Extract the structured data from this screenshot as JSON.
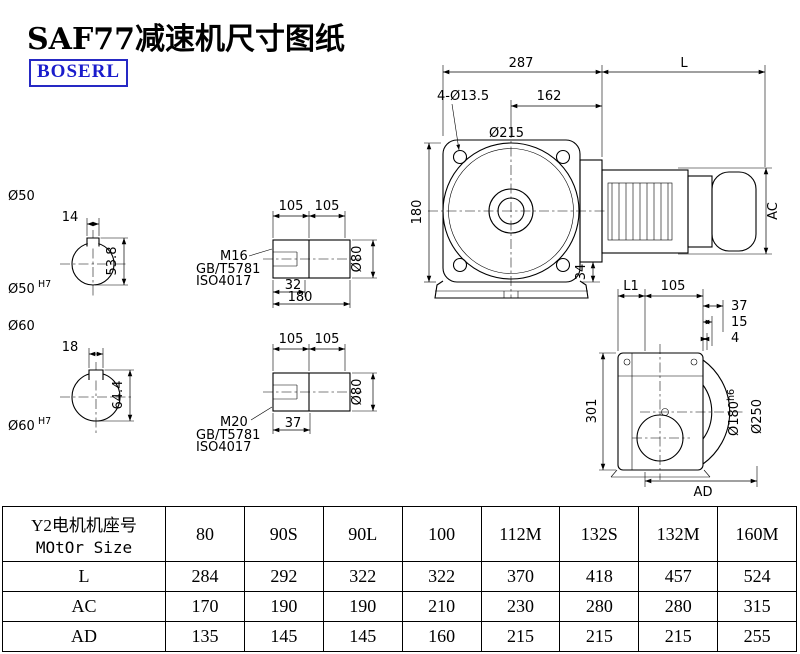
{
  "page": {
    "title": "SAF77减速机尺寸图纸",
    "logo": "BOSERL"
  },
  "sec50": {
    "label": "Ø50",
    "key_w": "14",
    "key_h": "53.8",
    "fit": "Ø50",
    "fit_tol": "H7"
  },
  "sec60": {
    "label": "Ø60",
    "key_w": "18",
    "key_h": "64.4",
    "fit": "Ø60",
    "fit_tol": "H7"
  },
  "shaft_m16": {
    "len_a": "105",
    "len_b": "105",
    "thread": "M16",
    "std_gb": "GB/T5781",
    "std_iso": "ISO4017",
    "thread_len": "32",
    "total_len": "180",
    "dia": "Ø80"
  },
  "shaft_m20": {
    "len_a": "105",
    "len_b": "105",
    "thread": "M20",
    "std_gb": "GB/T5781",
    "std_iso": "ISO4017",
    "thread_len": "37",
    "dia": "Ø80"
  },
  "main_view": {
    "width": "287",
    "motor_len": "L",
    "face_dist": "162",
    "bolt_holes": "4-Ø13.5",
    "flange_dia": "Ø215",
    "height": "180",
    "foot": "34",
    "motor_ac": "AC"
  },
  "side_view": {
    "l1": "L1",
    "top_len": "105",
    "d37": "37",
    "d15": "15",
    "d4": "4",
    "height": "301",
    "spigot": "Ø180",
    "spigot_tol": "h6",
    "flange": "Ø250",
    "ad": "AD"
  },
  "table": {
    "header_cn": "Y2电机机座号",
    "header_en": "MOtOr Size",
    "columns": [
      "80",
      "90S",
      "90L",
      "100",
      "112M",
      "132S",
      "132M",
      "160M"
    ],
    "rows": [
      {
        "label": "L",
        "values": [
          "284",
          "292",
          "322",
          "322",
          "370",
          "418",
          "457",
          "524"
        ]
      },
      {
        "label": "AC",
        "values": [
          "170",
          "190",
          "190",
          "210",
          "230",
          "280",
          "280",
          "315"
        ]
      },
      {
        "label": "AD",
        "values": [
          "135",
          "145",
          "145",
          "160",
          "215",
          "215",
          "215",
          "255"
        ]
      }
    ]
  }
}
